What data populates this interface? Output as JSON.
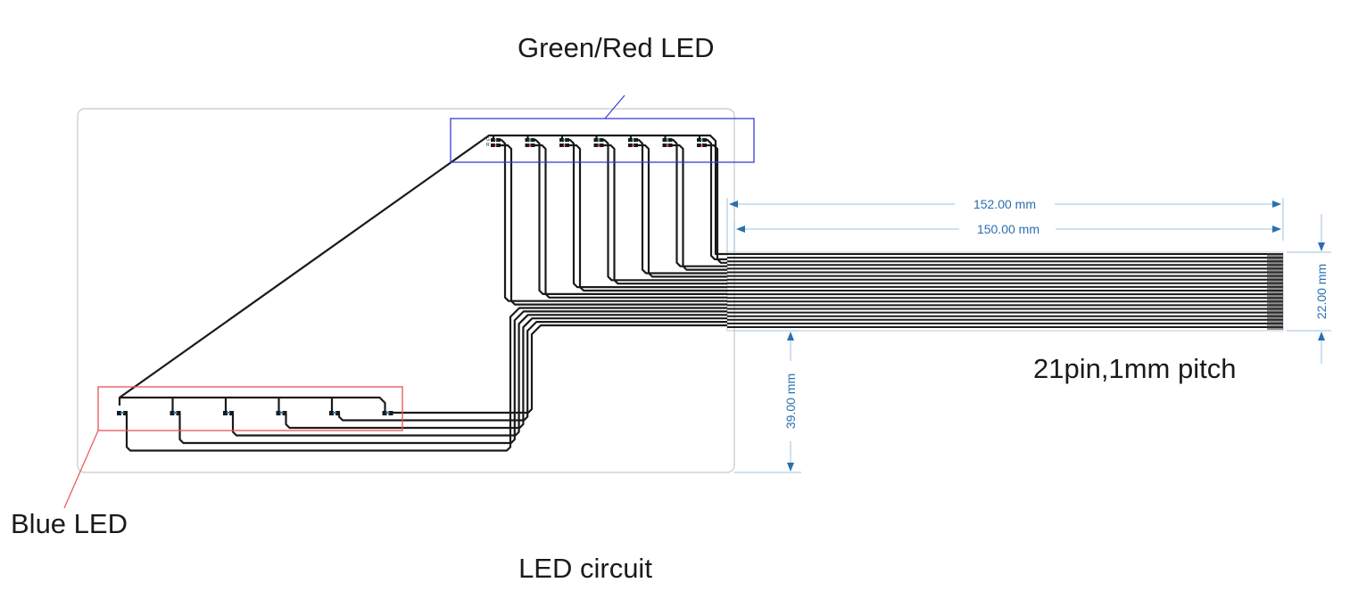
{
  "title": "LED circuit",
  "callouts": {
    "green_red": {
      "label": "Green/Red LED",
      "color": "#3b3bd6",
      "led_count": 7,
      "pin_labels": [
        "G",
        "R"
      ]
    },
    "blue": {
      "label": "Blue LED",
      "color": "#e85555",
      "led_count": 6
    }
  },
  "connector": {
    "label": "21pin,1mm pitch",
    "pins": 21,
    "pitch_mm": 1
  },
  "dimensions": {
    "total_length": "152.00 mm",
    "tail_length": "150.00 mm",
    "tail_width": "22.00 mm",
    "offset": "39.00 mm",
    "color": "#2a6fb0"
  },
  "colors": {
    "trace": "#1a1a1a",
    "outline": "#c8c8c8",
    "led_green": "#1fa34a",
    "led_red": "#d62d2d",
    "led_blue": "#1e88c8"
  }
}
